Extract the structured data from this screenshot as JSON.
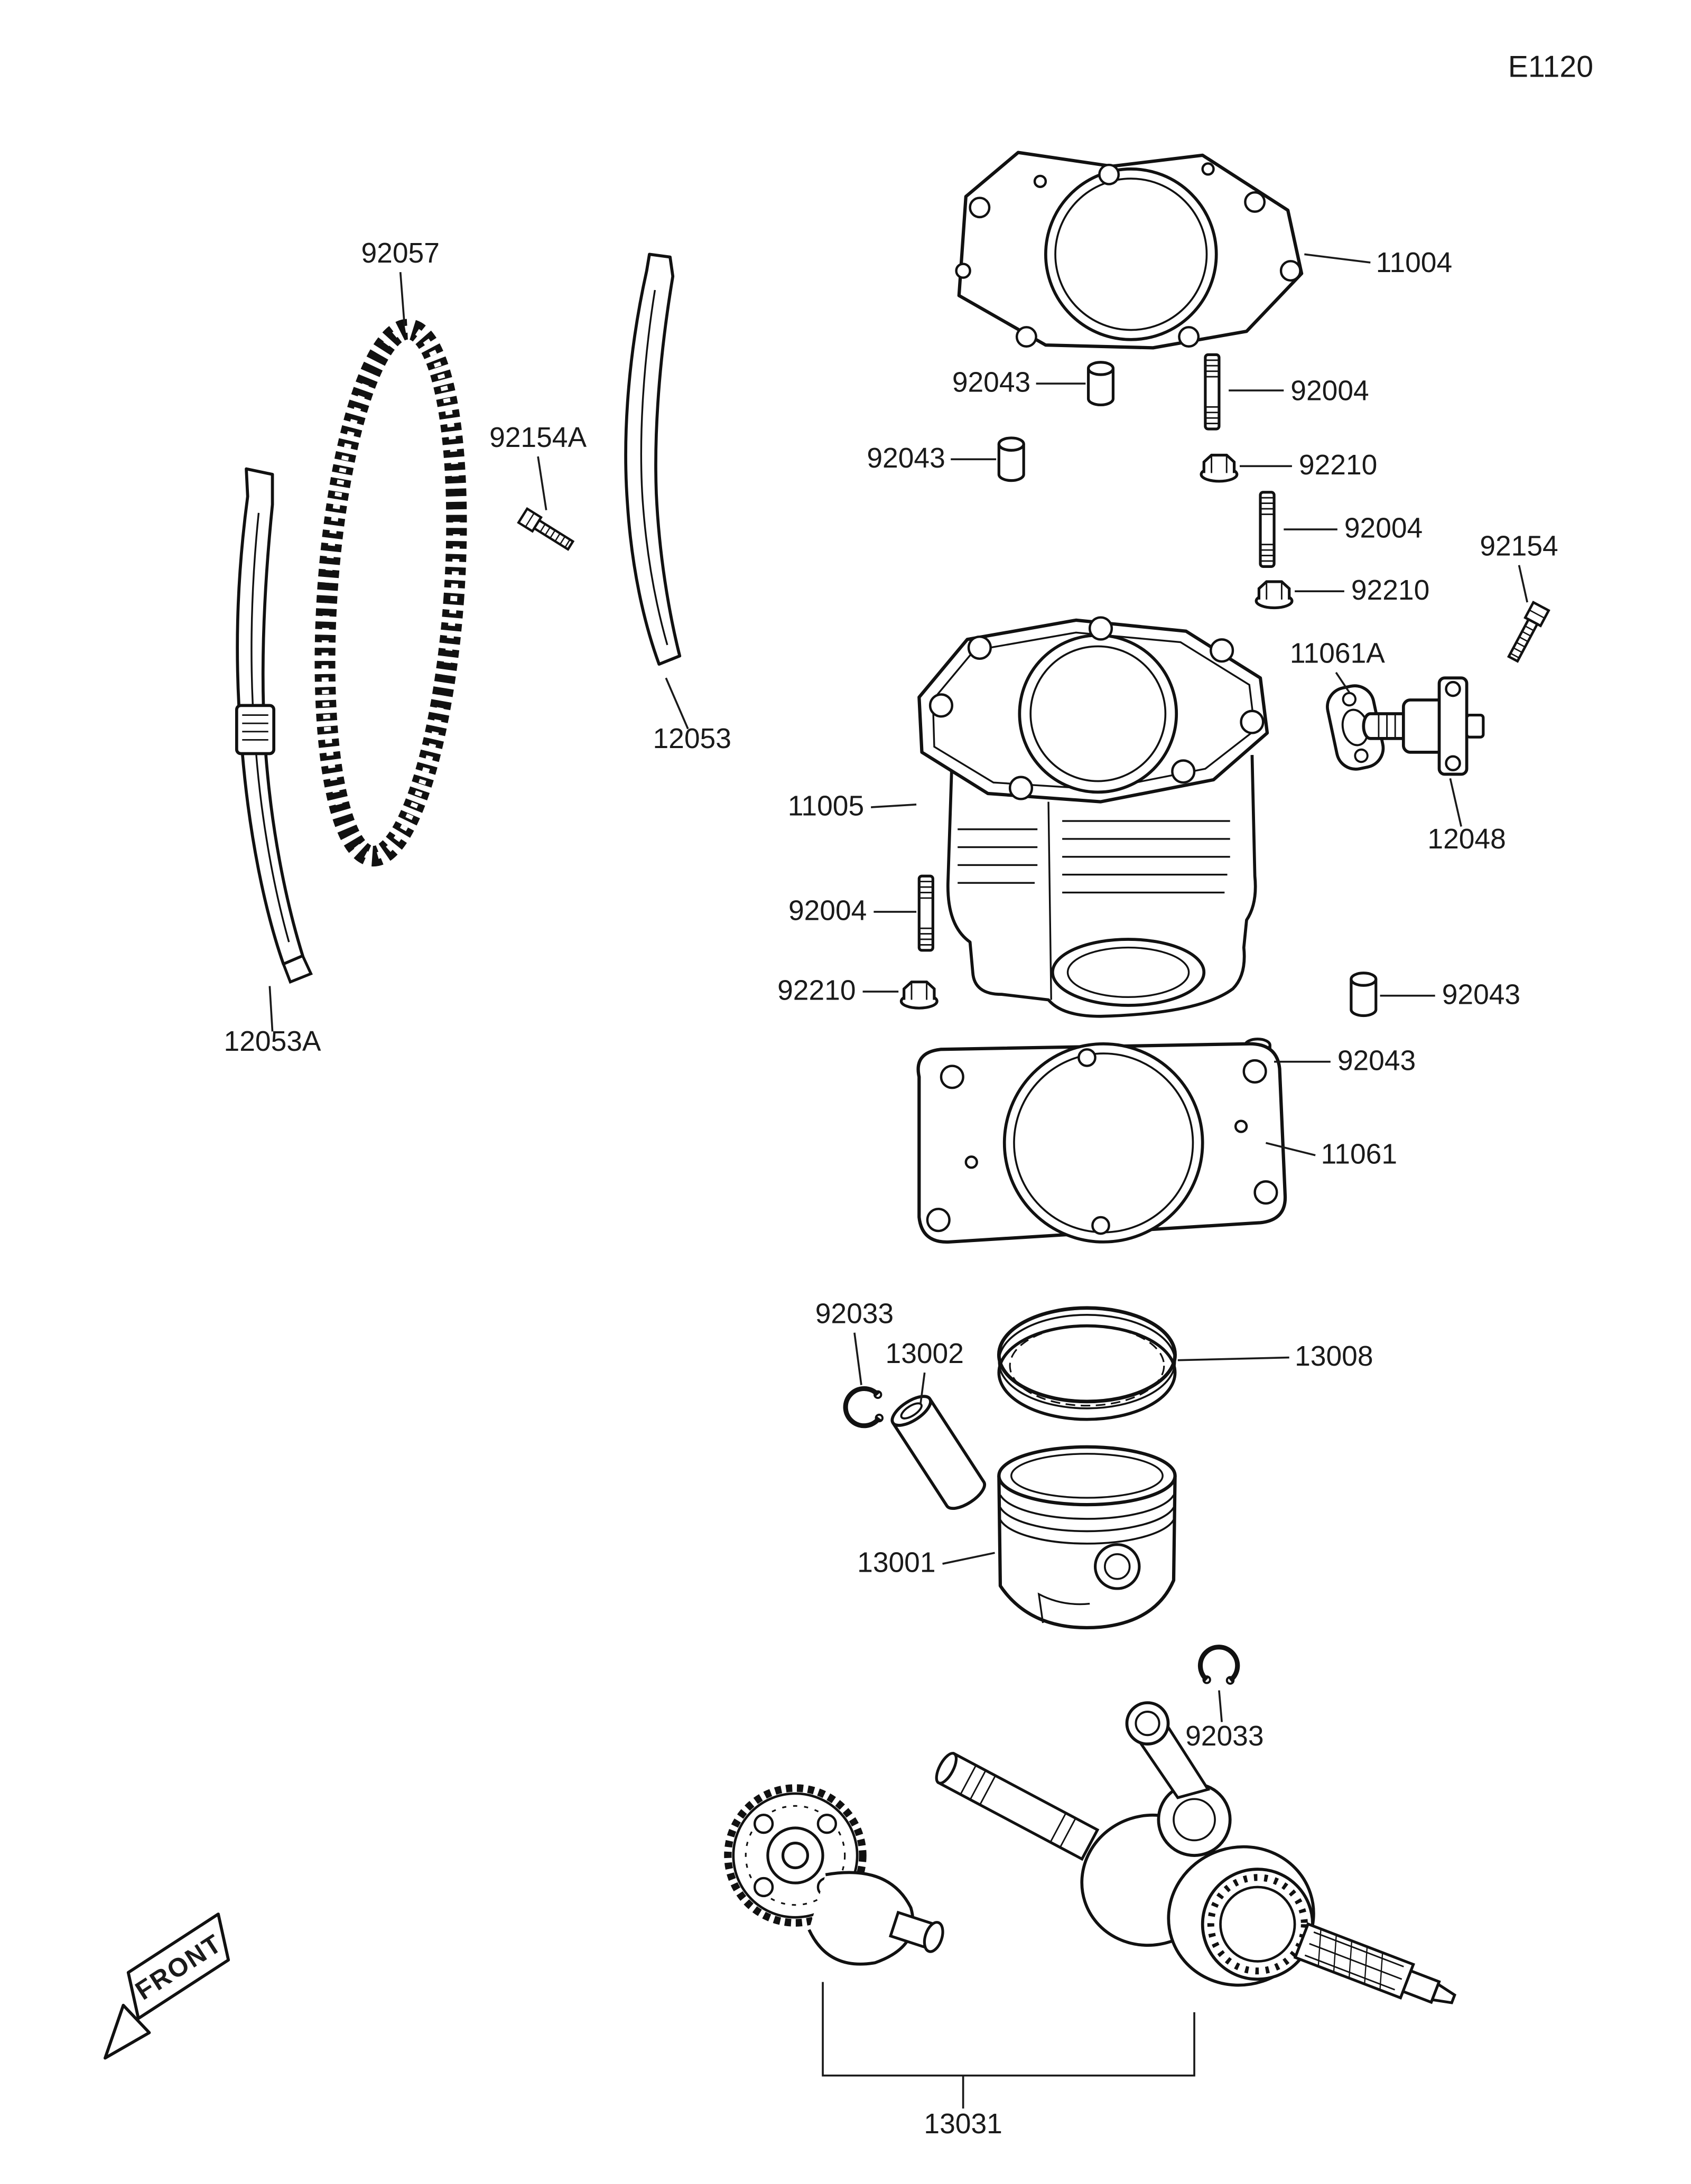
{
  "page": {
    "code": "E1120",
    "front_label": "FRONT"
  },
  "parts": {
    "cam_chain": "92057",
    "chain_guide": "12053",
    "chain_guide_a": "12053A",
    "head_gasket": "11004",
    "cylinder": "11005",
    "base_gasket": "11061",
    "tensioner_gasket": "11061A",
    "tensioner": "12048",
    "dowel_pin": "92043",
    "stud": "92004",
    "flange_nut": "92210",
    "bolt": "92154",
    "bolt_a": "92154A",
    "circlip": "92033",
    "piston": "13001",
    "piston_pin": "13002",
    "piston_ring_set": "13008",
    "crankshaft_balancer": "13031"
  }
}
